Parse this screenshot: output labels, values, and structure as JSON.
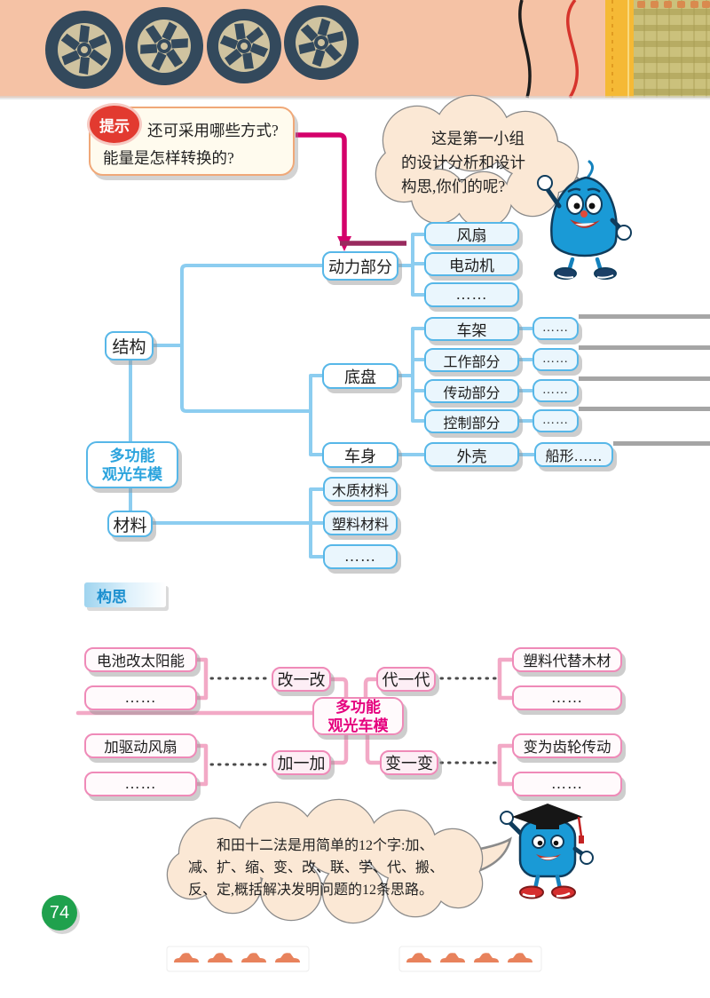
{
  "page": {
    "number": "74"
  },
  "hint": {
    "badge": "提示",
    "lines": [
      "还可采用哪些方式?",
      "能量是怎样转换的?"
    ]
  },
  "bubble_top": {
    "lines": [
      "这是第一小组",
      "的设计分析和设计",
      "构思,你们的呢?"
    ]
  },
  "bubble_bottom": {
    "lines": [
      "和田十二法是用简单的12个字:加、",
      "减、扩、缩、变、改、联、学、代、搬、",
      "反、定,概括解决发明问题的12条思路。"
    ]
  },
  "mindmap1": {
    "root": {
      "line1": "多功能",
      "line2": "观光车模"
    },
    "structure": "结构",
    "material": "材料",
    "power": "动力部分",
    "chassis": "底盘",
    "body": "车身",
    "power_children": [
      "风扇",
      "电动机",
      "……"
    ],
    "chassis_children": [
      "车架",
      "工作部分",
      "传动部分",
      "控制部分"
    ],
    "chassis_more": [
      "……",
      "……",
      "……",
      "……"
    ],
    "body_child": "外壳",
    "body_more": "船形……",
    "material_children": [
      "木质材料",
      "塑料材料",
      "……"
    ]
  },
  "conception": {
    "label": "构思"
  },
  "mindmap2": {
    "root": {
      "line1": "多功能",
      "line2": "观光车模"
    },
    "methods": {
      "modify": "改一改",
      "substitute": "代一代",
      "add": "加一加",
      "change": "变一变"
    },
    "modify_group": [
      "电池改太阳能",
      "……"
    ],
    "substitute_group": [
      "塑料代替木材",
      "……"
    ],
    "add_group": [
      "加驱动风扇",
      "……"
    ],
    "change_group": [
      "变为齿轮传动",
      "……"
    ]
  },
  "colors": {
    "blue_accent": "#57b7e8",
    "blue_line": "#8ccdf0",
    "blue_text": "#2aa3dd",
    "pink_accent": "#ef8ab8",
    "pink_line": "#f2a9c6",
    "magenta_text": "#e5007e",
    "arrow_magenta": "#d4006a",
    "page_badge_green": "#1fa14d",
    "car_orange": "#e8825c",
    "banner_background": "#f5c2a5"
  }
}
